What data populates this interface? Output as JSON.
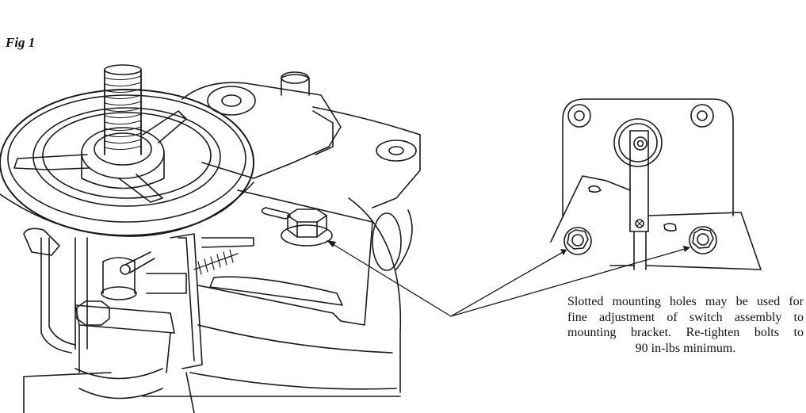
{
  "figure": {
    "label": "Fig 1",
    "caption_lines": [
      "Slotted mounting holes may be used for",
      "fine adjustment of switch assembly to",
      "mounting bracket. Re-tighten bolts to",
      "90 in-lbs minimum."
    ]
  }
}
